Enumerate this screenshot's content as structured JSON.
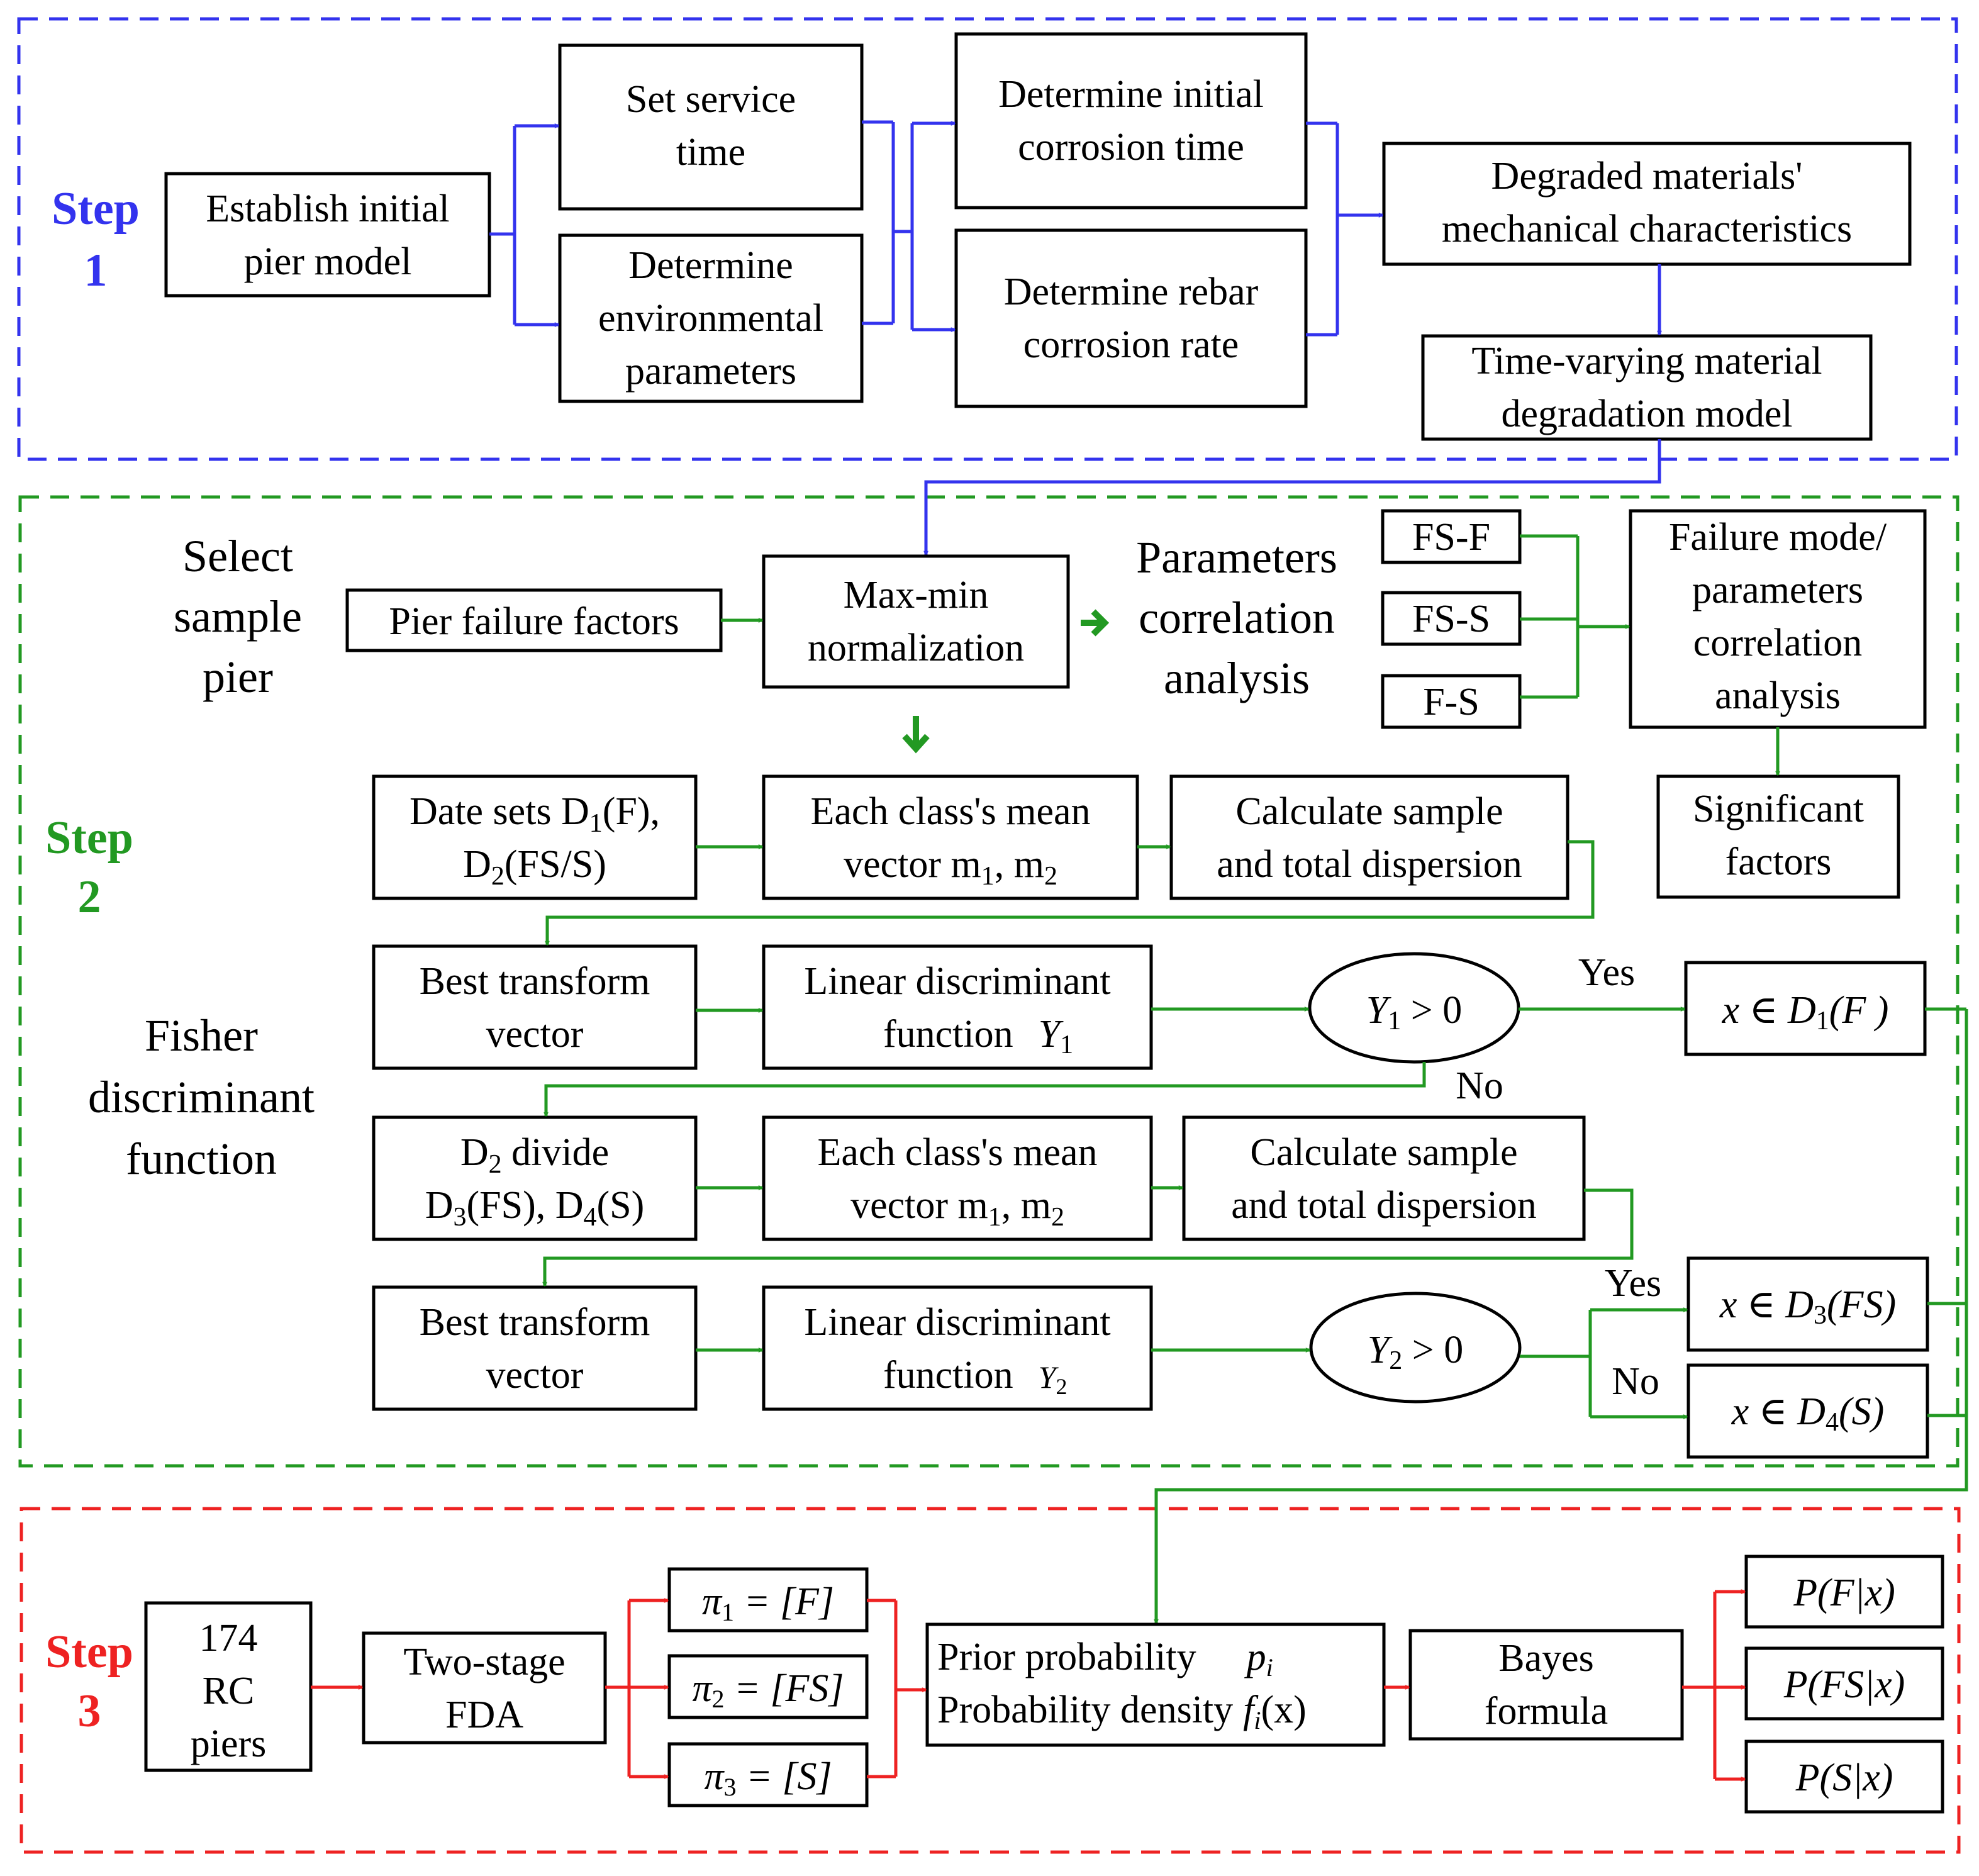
{
  "colors": {
    "step1": "#3333ee",
    "step2": "#229922",
    "step3": "#ee2222",
    "box_border": "#000000"
  },
  "step1": {
    "label_word": "Step",
    "label_num": "1",
    "establish": [
      "Establish initial",
      "pier model"
    ],
    "service_time": [
      "Set service",
      "time"
    ],
    "env_params": [
      "Determine",
      "environmental",
      "parameters"
    ],
    "init_corr_time": [
      "Determine  initial",
      "corrosion time"
    ],
    "rebar_rate": [
      "Determine  rebar",
      "corrosion rate"
    ],
    "degraded": [
      "Degraded materials'",
      "mechanical characteristics"
    ],
    "time_varying": [
      "Time-varying material",
      "degradation model"
    ]
  },
  "step2": {
    "label_word": "Step",
    "label_num": "2",
    "select_sample": [
      "Select",
      "sample",
      "pier"
    ],
    "pier_failure": "Pier failure factors",
    "maxmin": [
      "Max-min",
      "normalization"
    ],
    "param_corr": [
      "Parameters",
      "correlation",
      "analysis"
    ],
    "fs_f": "FS-F",
    "fs_s": "FS-S",
    "f_s": "F-S",
    "failure_mode": [
      "Failure mode/",
      "parameters",
      "correlation",
      "analysis"
    ],
    "significant": [
      "Significant",
      "factors"
    ],
    "datasets": {
      "l1_a": "Date sets D",
      "l1_sub": "1",
      "l1_b": "(F),",
      "l2_a": "D",
      "l2_sub": "2",
      "l2_b": "(FS/S)"
    },
    "mean_vec_1": {
      "l1": "Each class's mean",
      "l2_a": "vector m",
      "sub1": "1",
      "l2_b": ", m",
      "sub2": "2"
    },
    "dispersion_1": [
      "Calculate sample",
      "and total dispersion"
    ],
    "fisher": [
      "Fisher",
      "discriminant",
      "function"
    ],
    "best_vec_1": [
      "Best transform",
      "vector"
    ],
    "lin_disc_1": {
      "l1": "Linear discriminant",
      "l2": "function",
      "sym": "Y",
      "sub": "1"
    },
    "cond_1": {
      "sym": "Y",
      "sub": "1",
      "rest": " > 0"
    },
    "yes_1": "Yes",
    "no_1": "No",
    "out_1": {
      "pre": "x ∈ D",
      "sub": "1",
      "post": "(F )"
    },
    "divide": {
      "l1_a": "D",
      "l1_sub": "2",
      "l1_b": " divide",
      "l2_a": "D",
      "l2_sub": "3",
      "l2_b": "(FS), D",
      "l2_sub2": "4",
      "l2_c": "(S)"
    },
    "mean_vec_2": {
      "l1": "Each class's mean",
      "l2_a": "vector m",
      "sub1": "1",
      "l2_b": ", m",
      "sub2": "2"
    },
    "dispersion_2": [
      "Calculate sample",
      "and total dispersion"
    ],
    "best_vec_2": [
      "Best transform",
      "vector"
    ],
    "lin_disc_2": {
      "l1": "Linear discriminant",
      "l2": "function",
      "sym": "Y",
      "sub": "2"
    },
    "cond_2": {
      "sym": "Y",
      "sub": "2",
      "rest": " > 0"
    },
    "yes_2": "Yes",
    "no_2": "No",
    "out_3": {
      "pre": "x ∈ D",
      "sub": "3",
      "post": "(FS)"
    },
    "out_4": {
      "pre": "x ∈ D",
      "sub": "4",
      "post": "(S)"
    }
  },
  "step3": {
    "label_word": "Step",
    "label_num": "3",
    "piers": [
      "174",
      "RC",
      "piers"
    ],
    "fda": [
      "Two-stage",
      "FDA"
    ],
    "pi1": {
      "sym": "π",
      "sub": "1",
      "rest": " = [F]"
    },
    "pi2": {
      "sym": "π",
      "sub": "2",
      "rest": " = [FS]"
    },
    "pi3": {
      "sym": "π",
      "sub": "3",
      "rest": " = [S]"
    },
    "prior": {
      "text": "Prior probability",
      "sym": "p",
      "sub": "i"
    },
    "density": {
      "text": "Probability density",
      "sym": "f",
      "sub": "i",
      "rest": "(x)"
    },
    "bayes": [
      "Bayes",
      "formula"
    ],
    "p_f": "P(F|x)",
    "p_fs": "P(FS|x)",
    "p_s": "P(S|x)"
  }
}
